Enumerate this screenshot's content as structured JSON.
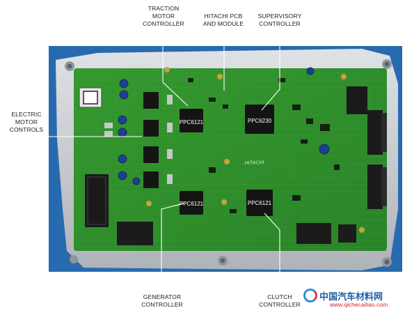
{
  "callouts": {
    "traction": [
      "TRACTION",
      "MOTOR",
      "CONTROLLER"
    ],
    "hitachi": [
      "HITACHI PCB",
      "AND MODULE"
    ],
    "supervisory": [
      "SUPERVISORY",
      "CONTROLLER"
    ],
    "electric": [
      "ELECTRIC",
      "MOTOR",
      "CONTROLS"
    ],
    "generator": [
      "GENERATOR",
      "CONTROLLER"
    ],
    "clutch": [
      "CLUTCH",
      "CONTROLLER"
    ]
  },
  "chips": {
    "traction": "PPC6121",
    "supervisory": "PPC6230",
    "generator": "PPC6121",
    "clutch": "PPC6121"
  },
  "board_marking": "HITACHI",
  "watermark": {
    "text": "中国汽车材料网",
    "url": "www.qichecailiao.com"
  },
  "colors": {
    "backing_plate": "#2d6fb6",
    "pcb_green": "#2f8f2c",
    "heatsink_silver": "#c9cdd1",
    "ic_black": "#141414",
    "callout_line": "#ffffff"
  }
}
